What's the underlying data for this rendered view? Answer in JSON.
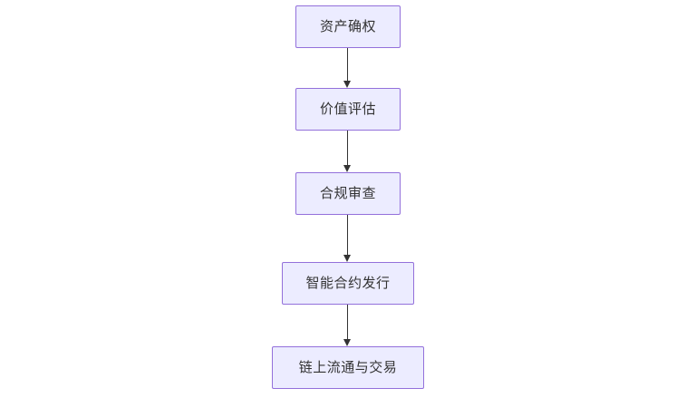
{
  "diagram": {
    "type": "flowchart",
    "direction": "top-to-bottom",
    "theme": {
      "node_fill": "#ECECFF",
      "node_stroke": "#9370DB",
      "edge_color": "#333333",
      "text_color": "#333333",
      "background": "#FFFFFF"
    },
    "nodes": [
      {
        "id": "n1",
        "label": "资产确权"
      },
      {
        "id": "n2",
        "label": "价值评估"
      },
      {
        "id": "n3",
        "label": "合规审查"
      },
      {
        "id": "n4",
        "label": "智能合约发行"
      },
      {
        "id": "n5",
        "label": "链上流通与交易"
      }
    ],
    "edges": [
      {
        "from": "n1",
        "to": "n2"
      },
      {
        "from": "n2",
        "to": "n3"
      },
      {
        "from": "n3",
        "to": "n4"
      },
      {
        "from": "n4",
        "to": "n5"
      }
    ]
  }
}
